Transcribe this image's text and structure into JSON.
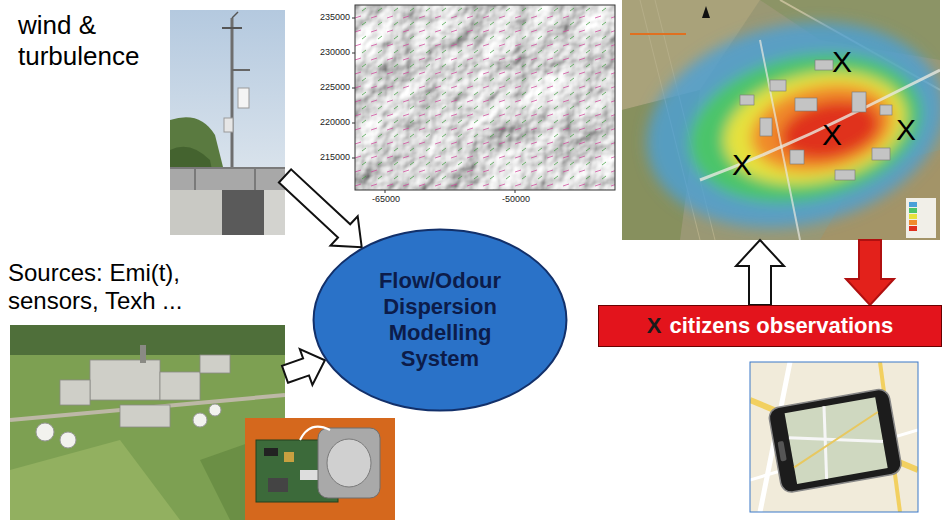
{
  "diagram": {
    "nodes": [
      {
        "text": [
          "wind & turbulence"
        ]
      },
      {
        "text": [
          "X",
          "X",
          "X",
          "X"
        ]
      },
      {
        "text": [
          "Flow/Odour Dispersion Modelling System"
        ]
      },
      {
        "text": [
          "Sources: Emi(t), sensors, Texh ..."
        ]
      },
      {
        "text": [
          "X",
          "citizens observations"
        ]
      }
    ],
    "edges": [
      {
        "from": 0,
        "to": 2,
        "arrow": "to"
      },
      {
        "from": 3,
        "to": 2,
        "arrow": "to"
      },
      {
        "from": 4,
        "to": 1,
        "arrow": "to"
      },
      {
        "from": 1,
        "to": 4,
        "arrow": "to"
      }
    ],
    "labels": [
      "235000",
      "230000",
      "225000",
      "220000",
      "215000",
      "-65000",
      "-50000"
    ]
  }
}
